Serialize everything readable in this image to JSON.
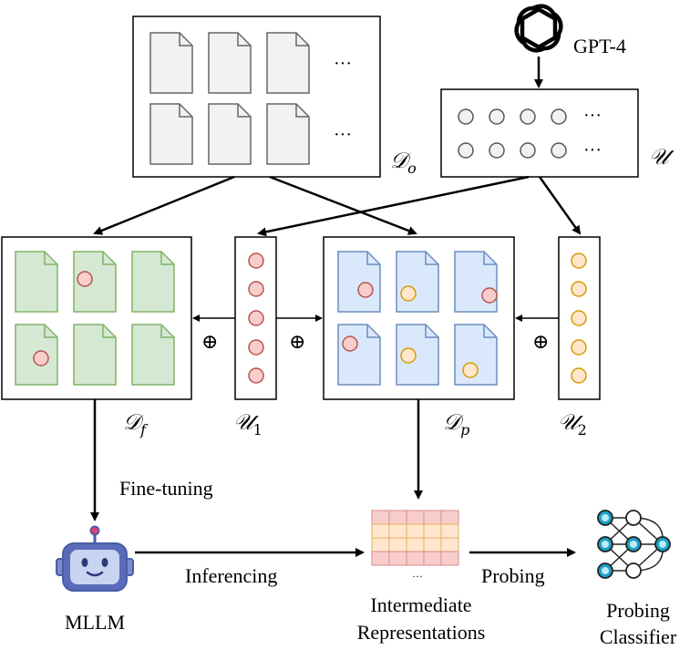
{
  "sets": {
    "original": {
      "sym": "𝒟",
      "sub": "o"
    },
    "universal": {
      "sym": "𝒰",
      "sub": ""
    },
    "finetune": {
      "sym": "𝒟",
      "sub": "f"
    },
    "u1": {
      "sym": "𝒰",
      "sub": "1"
    },
    "probe": {
      "sym": "𝒟",
      "sub": "p"
    },
    "u2": {
      "sym": "𝒰",
      "sub": "2"
    }
  },
  "labels": {
    "gpt4": "GPT-4",
    "finetuning": "Fine-tuning",
    "inferencing": "Inferencing",
    "probing": "Probing",
    "mllm": "MLLM",
    "intermediate_line1": "Intermediate",
    "intermediate_line2": "Representations",
    "classifier_line1": "Probing",
    "classifier_line2": "Classifier",
    "ellipsis": "···",
    "oplus": "⊕"
  },
  "colors": {
    "doc_gray_fill": "#f2f2f2",
    "doc_gray_stroke": "#666666",
    "doc_green_fill": "#d5e8d4",
    "doc_green_stroke": "#82b366",
    "doc_blue_fill": "#dae8fc",
    "doc_blue_stroke": "#6c8ebf",
    "red_dot_fill": "#f8cecc",
    "red_dot_stroke": "#b85450",
    "orange_dot_fill": "#ffe6cc",
    "orange_dot_stroke": "#d79b00",
    "grid_red": "#f8cecc",
    "grid_yellow": "#ffe6cc",
    "robot_blue": "#4a5ea8",
    "net_cyan": "#1ba1c8"
  }
}
